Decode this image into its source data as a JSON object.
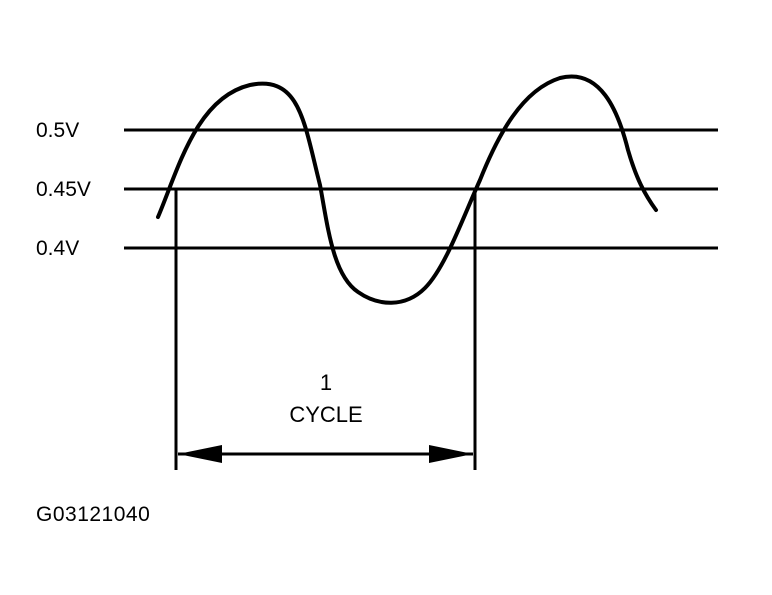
{
  "levels": [
    {
      "label": "0.5V"
    },
    {
      "label": "0.45V"
    },
    {
      "label": "0.4V"
    }
  ],
  "cycle": {
    "number": "1",
    "word": "CYCLE"
  },
  "figure_id": "G03121040",
  "colors": {
    "ink": "#000000",
    "background": "#ffffff"
  }
}
